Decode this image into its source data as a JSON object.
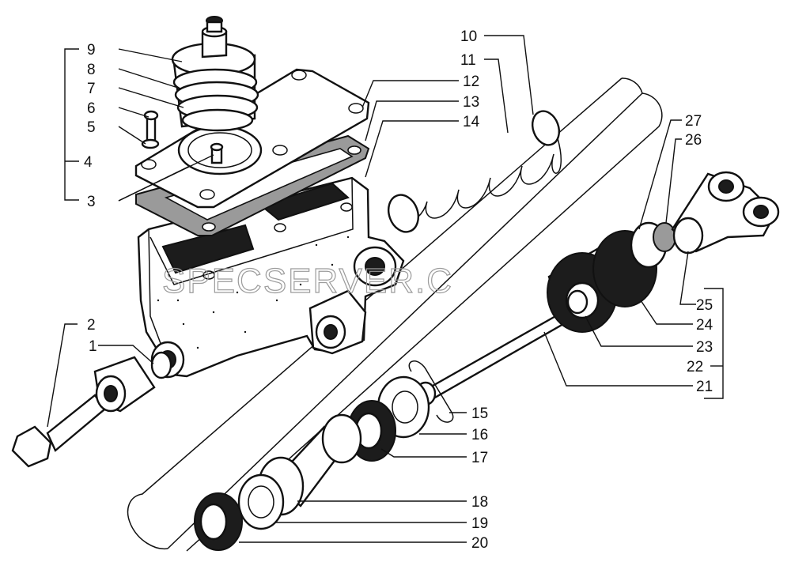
{
  "watermark": "SPECSERVER.C",
  "callouts": [
    {
      "id": "1",
      "text": "1"
    },
    {
      "id": "2",
      "text": "2"
    },
    {
      "id": "3",
      "text": "3"
    },
    {
      "id": "4",
      "text": "4"
    },
    {
      "id": "5",
      "text": "5"
    },
    {
      "id": "6",
      "text": "6"
    },
    {
      "id": "7",
      "text": "7"
    },
    {
      "id": "8",
      "text": "8"
    },
    {
      "id": "9",
      "text": "9"
    },
    {
      "id": "10",
      "text": "10"
    },
    {
      "id": "11",
      "text": "11"
    },
    {
      "id": "12",
      "text": "12"
    },
    {
      "id": "13",
      "text": "13"
    },
    {
      "id": "14",
      "text": "14"
    },
    {
      "id": "15",
      "text": "15"
    },
    {
      "id": "16",
      "text": "16"
    },
    {
      "id": "17",
      "text": "17"
    },
    {
      "id": "18",
      "text": "18"
    },
    {
      "id": "19",
      "text": "19"
    },
    {
      "id": "20",
      "text": "20"
    },
    {
      "id": "21",
      "text": "21"
    },
    {
      "id": "22",
      "text": "22"
    },
    {
      "id": "23",
      "text": "23"
    },
    {
      "id": "24",
      "text": "24"
    },
    {
      "id": "25",
      "text": "25"
    },
    {
      "id": "26",
      "text": "26"
    },
    {
      "id": "27",
      "text": "27"
    }
  ],
  "colors": {
    "ink": "#111111",
    "paper": "#ffffff",
    "watermark": "#9b9b9b"
  }
}
